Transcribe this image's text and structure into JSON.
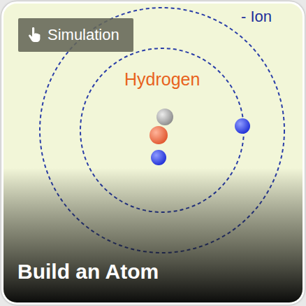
{
  "diagram": {
    "caption": "Build an Atom",
    "nodes": [
      {
        "text": [
          "Simulation"
        ]
      }
    ],
    "labels": [
      "- Ion",
      "Hydrogen"
    ]
  }
}
